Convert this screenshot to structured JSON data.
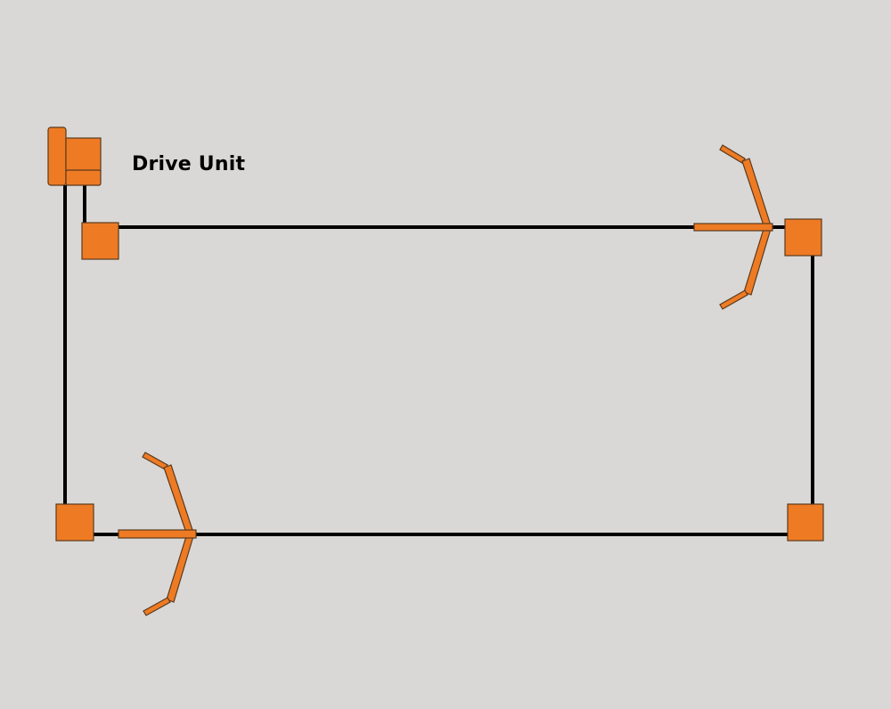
{
  "diagram": {
    "labels": {
      "drive_unit": "Drive Unit"
    },
    "colors": {
      "background": "#d9d8d6",
      "component": "#ee7b24",
      "outline": "#5a3a1e",
      "line": "#000000"
    },
    "components": [
      {
        "id": "drive-unit",
        "label": "Drive Unit"
      },
      {
        "id": "pulley-top-left"
      },
      {
        "id": "pulley-top-right"
      },
      {
        "id": "pulley-bottom-left"
      },
      {
        "id": "pulley-bottom-right"
      },
      {
        "id": "arrow-top-right",
        "direction": "left-to-right"
      },
      {
        "id": "arrow-bottom-left",
        "direction": "left-to-right"
      }
    ]
  }
}
